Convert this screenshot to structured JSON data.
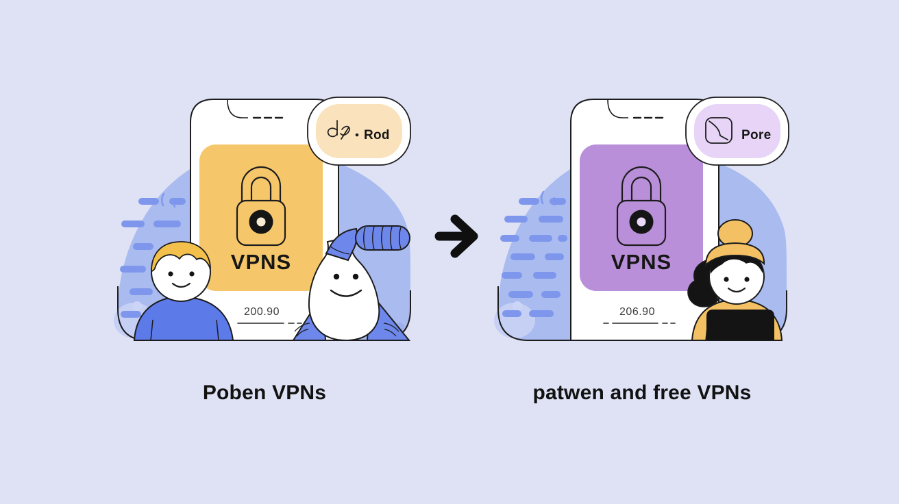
{
  "illustration": {
    "left": {
      "caption": "Poben VPNs",
      "badge_label": "Rod",
      "app_name": "VPNS",
      "amount": "200.90"
    },
    "right": {
      "caption": "patwen and free VPNs",
      "badge_label": "Pore",
      "app_name": "VPNS",
      "amount": "206.90"
    },
    "icons": {
      "left_badge": "thumbs-up-doodle-icon",
      "right_badge": "rounded-square-doodle-icon",
      "app_card": "padlock-icon",
      "between_panels": "arrow-right-icon"
    },
    "colors": {
      "background": "#dee2f4",
      "blob": "#a9bbef",
      "blob_dash": "#7e97ed",
      "outline": "#1c1c1e",
      "left_card": "#f6c76a",
      "left_badge_fill": "#fae3bc",
      "right_card": "#ba8fd9",
      "right_badge_fill": "#e7d4f6",
      "character_blue": "#5d7ae9",
      "tube_blue": "#6d87ea",
      "character_yellow": "#f3c163",
      "ink_black": "#141414"
    }
  }
}
